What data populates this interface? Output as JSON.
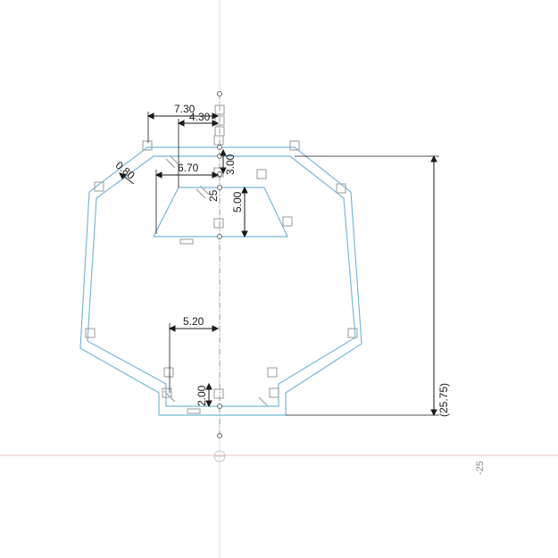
{
  "dimensions": {
    "d_7_30": "7.30",
    "d_4_30": "4.30",
    "d_0_80": "0.80",
    "d_6_70": "6.70",
    "d_3_00": "3.00",
    "d_25": "25",
    "d_5_00": "5.00",
    "d_5_20": "5.20",
    "d_2_00": "2.00",
    "d_25_75": "(25.75)"
  },
  "axis": {
    "neg25": "-25"
  },
  "colors": {
    "sketch_line": "#7ab8d6",
    "dimension": "#1a1a1a",
    "constraint_icon": "#9a9a9a",
    "center_axis": "#d8d8d8",
    "origin_axis_red": "#f2c0c0"
  }
}
